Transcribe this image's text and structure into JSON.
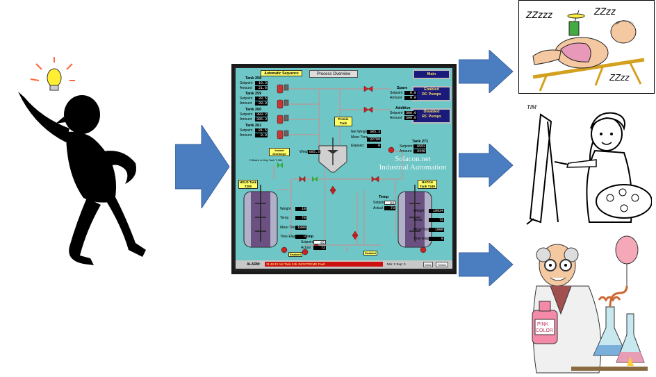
{
  "colors": {
    "arrow": "#4b7dc1",
    "hmi_bg": "#6fc6c6",
    "pipe": "#a0a8a8",
    "valve": "#cc2222",
    "alarm_bar": "#cc1111",
    "button_navy": "#1a1a7a"
  },
  "icons": {
    "thinker": "stick-figure-idea-icon",
    "bulb": "lightbulb-icon",
    "sleeper": "sleeping-man-icon",
    "painter": "painter-artist-icon",
    "scientist": "mad-scientist-icon"
  },
  "hmi": {
    "mode_label": "Automatic Sequence",
    "title": "Process Overview",
    "main_button": "Main",
    "enabled_pumps": [
      "Enabled",
      "RC Pumps"
    ],
    "disabled_pumps": [
      "Disabled",
      "RC Pumps"
    ],
    "watermark_line1": "Solacon.net",
    "watermark_line2": "Industrial Automation",
    "setpoint_label": "Setpoint",
    "amount_label": "Amount",
    "tanks": [
      {
        "name": "Tank 258",
        "setpoint": "19.3",
        "amount": "21.0"
      },
      {
        "name": "Tank 259",
        "setpoint": "28.5",
        "amount": "28.0"
      },
      {
        "name": "Tank 260",
        "setpoint": "383.2",
        "amount": "385.3"
      },
      {
        "name": "Tank 261",
        "setpoint": "81.5",
        "amount": "0.0"
      }
    ],
    "spare": {
      "name": "Spare",
      "setpoint": "0.0",
      "amount": "0.0"
    },
    "additive": {
      "name": "Additive",
      "setpoint": "300.0",
      "amount": "300.0"
    },
    "premix": {
      "name": "Premix Tank",
      "net_weight_label": "Net Weight",
      "net_weight": "385.3",
      "mixer_time_label": "Mixer Time",
      "mixer_time": "32760",
      "elapsed_label": "Elapsed",
      "elapsed": "0",
      "weight_label": "Weight",
      "weight": "685.3"
    },
    "tank271": {
      "name": "Tank 271",
      "setpoint": "8553",
      "amount": "3448"
    },
    "discharge_label": "Instant Discharge",
    "hold_label": "HOLD Tank T250",
    "batch_label": "BATCH Tank T249",
    "transfer_label": "S Batch to Day Tank T-281",
    "hold": {
      "weight": "10",
      "temp": "70",
      "mixer_time": "1800",
      "time_elapsed": "0"
    },
    "batch": {
      "weight": "10934",
      "temp": "72",
      "mixer_time": "1800",
      "time_elapsed": "0"
    },
    "weight_label": "Weight",
    "temp_label": "Temp",
    "mixer_time_label": "Mixer Time",
    "time_elapsed_label": "Time Elapsed",
    "temp_left": {
      "title": "Temp",
      "setpoint": "95",
      "actual": "72"
    },
    "temp_right": {
      "title": "Temp",
      "setpoint": "94",
      "actual": "73"
    },
    "actual_label": "Actual",
    "enabled_label": "Enabled",
    "alarm_label": "ALARM:",
    "alarm_text": "11:48:42 AM Tank 245 JNGXTREME Fault",
    "alarm_status": "Min: 0 Sup: 0",
    "ok_button": "Clear",
    "ack_button": "Check"
  }
}
